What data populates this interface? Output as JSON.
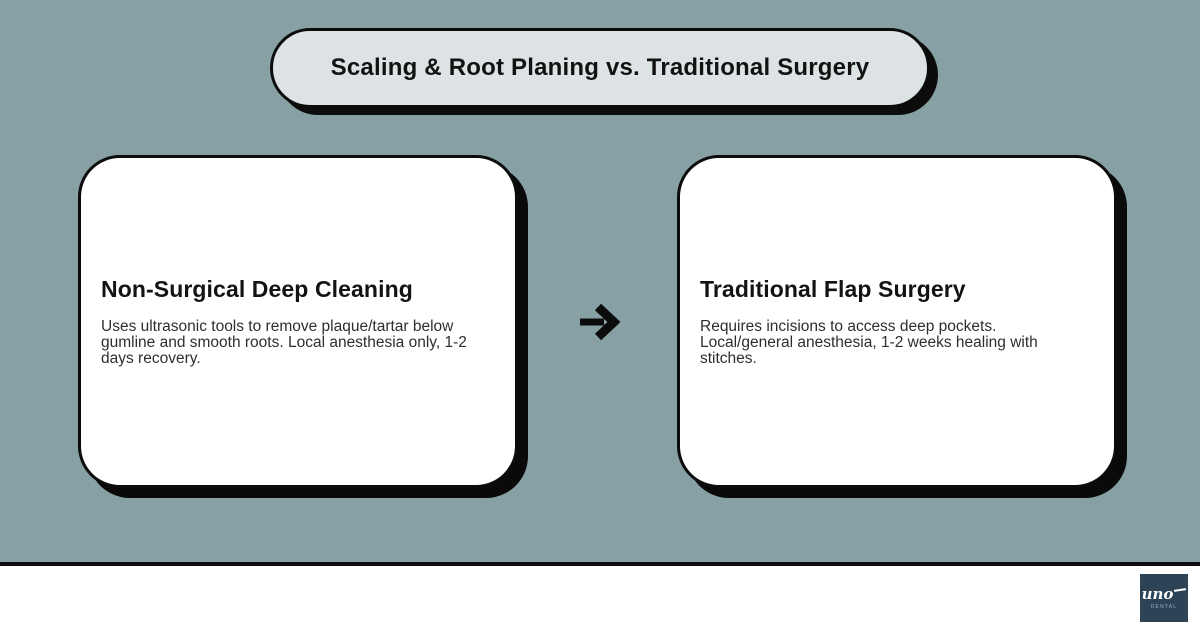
{
  "title": {
    "text": "Scaling & Root Planing vs. Traditional Surgery"
  },
  "cards": [
    {
      "heading": "Non-Surgical Deep Cleaning",
      "body": "Uses ultrasonic tools to remove plaque/tartar below gumline and smooth roots. Local anesthesia only, 1-2 days recovery."
    },
    {
      "heading": "Traditional Flap Surgery",
      "body": "Requires incisions to access deep pockets. Local/general anesthesia, 1-2 weeks healing with stitches."
    }
  ],
  "arrow": {
    "icon": "right-arrow"
  },
  "footer": {
    "logo": {
      "brand": "uno",
      "sub": "DENTAL"
    }
  },
  "colors": {
    "background": "#87a0a4",
    "pill_fill": "#dde3e5",
    "card_fill": "#ffffff",
    "ink": "#0c0c0c",
    "body_text": "#2e2e2e",
    "logo_background": "#2d4456",
    "logo_text": "#ffffff",
    "logo_subtext": "#9db0bd"
  }
}
